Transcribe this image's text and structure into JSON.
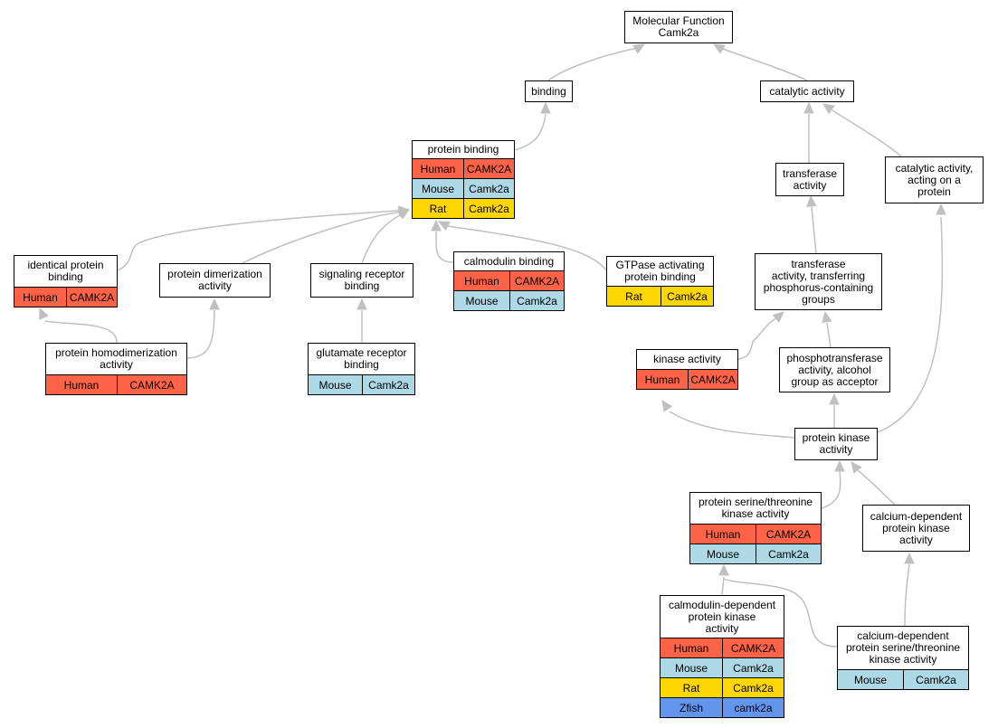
{
  "colors": {
    "Human": "#ff6347",
    "Mouse": "#add8e6",
    "Rat": "#ffd700",
    "Zfish": "#6495ed",
    "edge": "#c0c0c0"
  },
  "nodes": {
    "mf": {
      "label": "Molecular Function\nCamk2a",
      "rows": []
    },
    "binding": {
      "label": "binding",
      "rows": []
    },
    "catalytic": {
      "label": "catalytic activity",
      "rows": []
    },
    "protein_binding": {
      "label": "protein binding",
      "rows": [
        {
          "species": "Human",
          "gene": "CAMK2A"
        },
        {
          "species": "Mouse",
          "gene": "Camk2a"
        },
        {
          "species": "Rat",
          "gene": "Camk2a"
        }
      ]
    },
    "transferase": {
      "label": "transferase\nactivity",
      "rows": []
    },
    "cat_protein": {
      "label": "catalytic activity,\nacting on a\nprotein",
      "rows": []
    },
    "identical": {
      "label": "identical protein\nbinding",
      "rows": [
        {
          "species": "Human",
          "gene": "CAMK2A"
        }
      ]
    },
    "dimer": {
      "label": "protein dimerization\nactivity",
      "rows": []
    },
    "signaling": {
      "label": "signaling receptor\nbinding",
      "rows": []
    },
    "calmodulin": {
      "label": "calmodulin binding",
      "rows": [
        {
          "species": "Human",
          "gene": "CAMK2A"
        },
        {
          "species": "Mouse",
          "gene": "Camk2a"
        }
      ]
    },
    "gtpase": {
      "label": "GTPase activating\nprotein binding",
      "rows": [
        {
          "species": "Rat",
          "gene": "Camk2a"
        }
      ]
    },
    "transf_phos": {
      "label": "transferase\nactivity, transferring\nphosphorus-containing\ngroups",
      "rows": []
    },
    "homodimer": {
      "label": "protein homodimerization\nactivity",
      "rows": [
        {
          "species": "Human",
          "gene": "CAMK2A"
        }
      ]
    },
    "glutamate": {
      "label": "glutamate receptor\nbinding",
      "rows": [
        {
          "species": "Mouse",
          "gene": "Camk2a"
        }
      ]
    },
    "kinase": {
      "label": "kinase activity",
      "rows": [
        {
          "species": "Human",
          "gene": "CAMK2A"
        }
      ]
    },
    "phosphotrans": {
      "label": "phosphotransferase\nactivity, alcohol\ngroup as acceptor",
      "rows": []
    },
    "pkinase": {
      "label": "protein kinase\nactivity",
      "rows": []
    },
    "sertk": {
      "label": "protein serine/threonine\nkinase activity",
      "rows": [
        {
          "species": "Human",
          "gene": "CAMK2A"
        },
        {
          "species": "Mouse",
          "gene": "Camk2a"
        }
      ]
    },
    "cadpk": {
      "label": "calcium-dependent\nprotein kinase\nactivity",
      "rows": []
    },
    "camdpk": {
      "label": "calmodulin-dependent\nprotein kinase\nactivity",
      "rows": [
        {
          "species": "Human",
          "gene": "CAMK2A"
        },
        {
          "species": "Mouse",
          "gene": "Camk2a"
        },
        {
          "species": "Rat",
          "gene": "Camk2a"
        },
        {
          "species": "Zfish",
          "gene": "camk2a"
        }
      ]
    },
    "cadst": {
      "label": "calcium-dependent\nprotein serine/threonine\nkinase activity",
      "rows": [
        {
          "species": "Mouse",
          "gene": "Camk2a"
        }
      ]
    }
  }
}
